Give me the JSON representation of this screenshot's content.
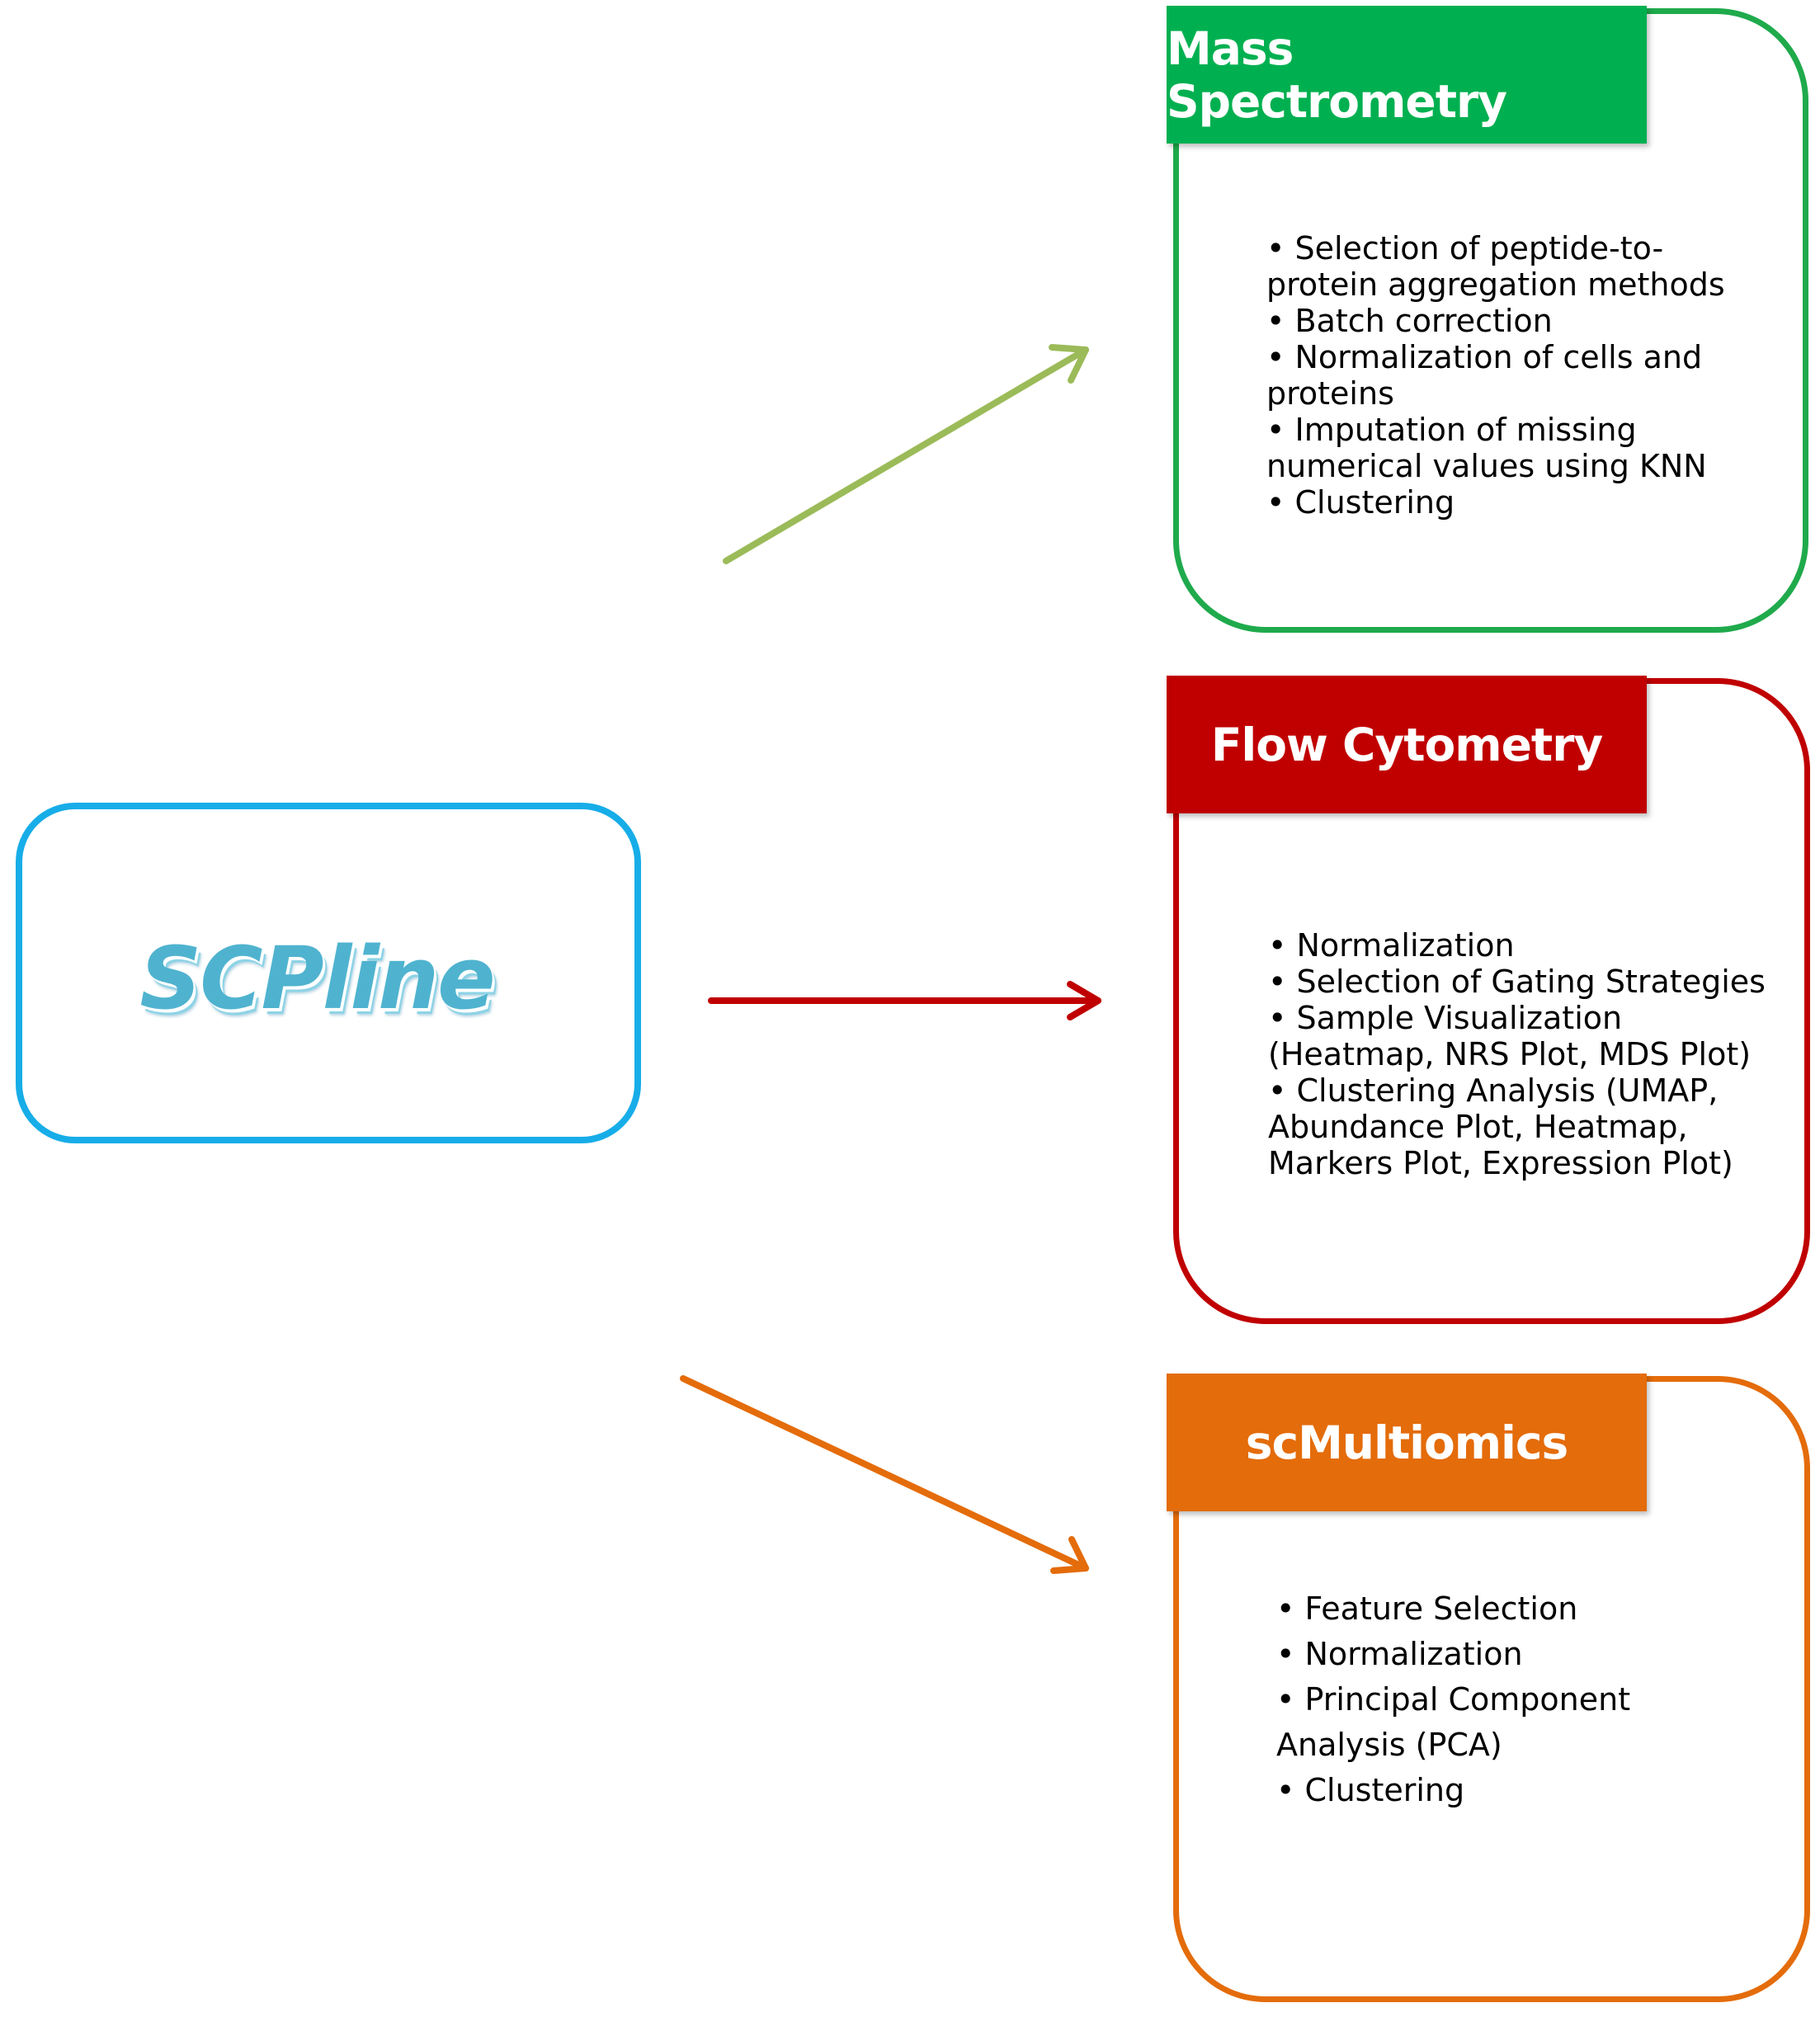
{
  "main": {
    "title": "SCPline",
    "color": "#17ade8"
  },
  "modules": [
    {
      "title": "Mass Spectrometry",
      "color": "#00b050",
      "items": [
        "Selection of peptide-to-protein aggregation methods",
        "Batch correction",
        "Normalization of cells and proteins",
        "Imputation of missing numerical values using KNN",
        "Clustering"
      ]
    },
    {
      "title": "Flow Cytometry",
      "color": "#c00000",
      "items": [
        "Normalization",
        "Selection of Gating Strategies",
        "Sample Visualization (Heatmap, NRS Plot, MDS Plot)",
        "Clustering Analysis (UMAP, Abundance Plot, Heatmap, Markers Plot, Expression Plot)"
      ]
    },
    {
      "title": "scMultiomics",
      "color": "#e46c0a",
      "items": [
        "Feature Selection",
        "Normalization",
        "Principal Component Analysis (PCA)",
        "Clustering"
      ]
    }
  ],
  "arrows": [
    {
      "from": "SCPline",
      "to": "Mass Spectrometry",
      "color": "#9bbb59"
    },
    {
      "from": "SCPline",
      "to": "Flow Cytometry",
      "color": "#c00000"
    },
    {
      "from": "SCPline",
      "to": "scMultiomics",
      "color": "#e46c0a"
    }
  ]
}
